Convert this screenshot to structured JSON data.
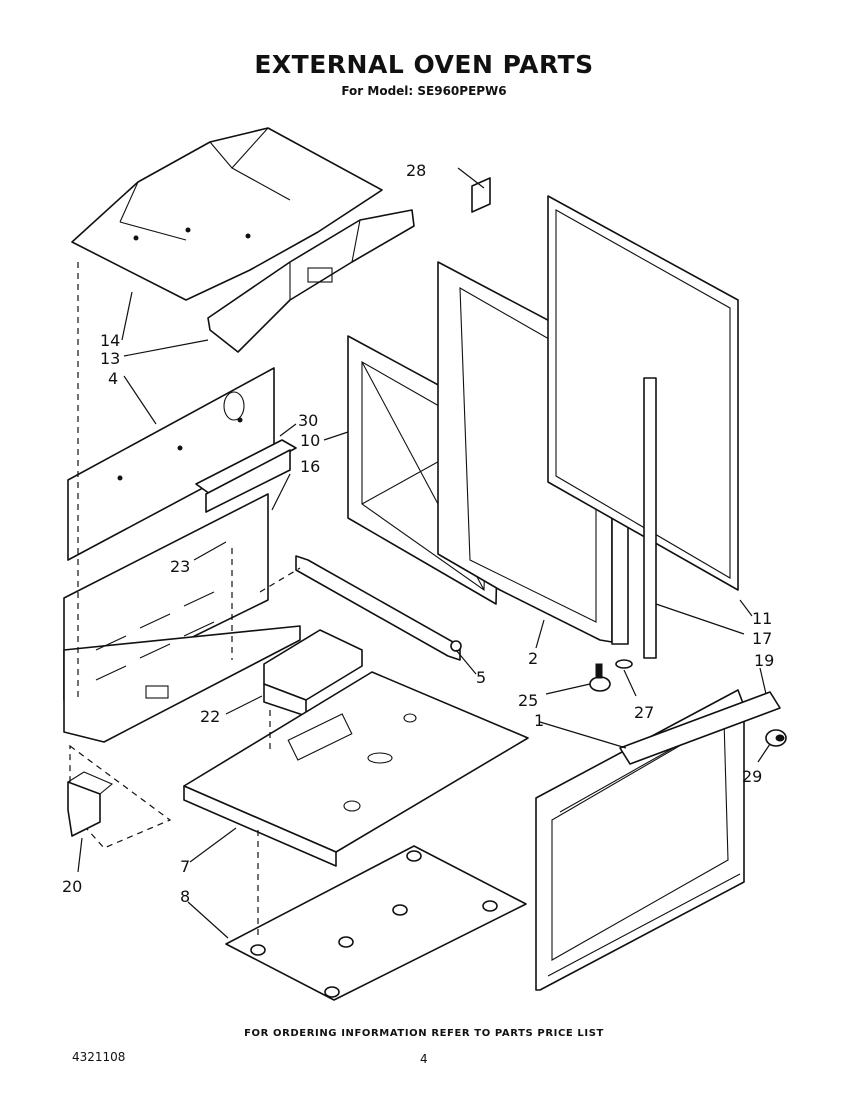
{
  "header": {
    "title": "EXTERNAL OVEN PARTS",
    "subtitle": "For Model: SE960PEPW6"
  },
  "footer": {
    "note": "FOR ORDERING INFORMATION REFER TO PARTS PRICE LIST",
    "doc_number": "4321108",
    "page_number": "4"
  },
  "callouts": {
    "c1": "1",
    "c2": "2",
    "c4": "4",
    "c5": "5",
    "c7": "7",
    "c8": "8",
    "c10": "10",
    "c11": "11",
    "c13": "13",
    "c14": "14",
    "c16": "16",
    "c17": "17",
    "c19": "19",
    "c20": "20",
    "c22": "22",
    "c23": "23",
    "c25": "25",
    "c27": "27",
    "c28": "28",
    "c29": "29",
    "c30": "30"
  }
}
